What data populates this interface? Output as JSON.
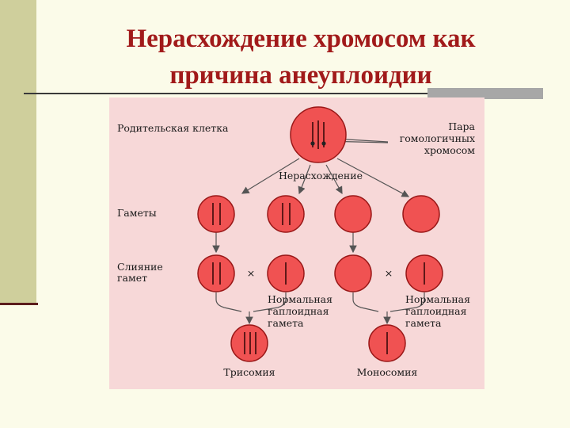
{
  "title": {
    "line1": "Нерасхождение хромосом как",
    "line2": "причина анеуплоидии"
  },
  "diagram": {
    "parent_label": "Родительская клетка",
    "pair_label": [
      "Пара",
      "гомологичных",
      "хромосом"
    ],
    "nondisjunction_label": "Нерасхождение",
    "gametes_label": "Гаметы",
    "fusion_label": [
      "Слияние",
      "гамет"
    ],
    "normal_gamete_label": [
      "Нормальная",
      "гаплоидная",
      "гамета"
    ],
    "cross_symbol": "×",
    "trisomy_label": "Трисомия",
    "monosomy_label": "Моносомия"
  },
  "colors": {
    "cell": "#f05252",
    "panel": "#f7d8d8",
    "title": "#a11a1a"
  }
}
